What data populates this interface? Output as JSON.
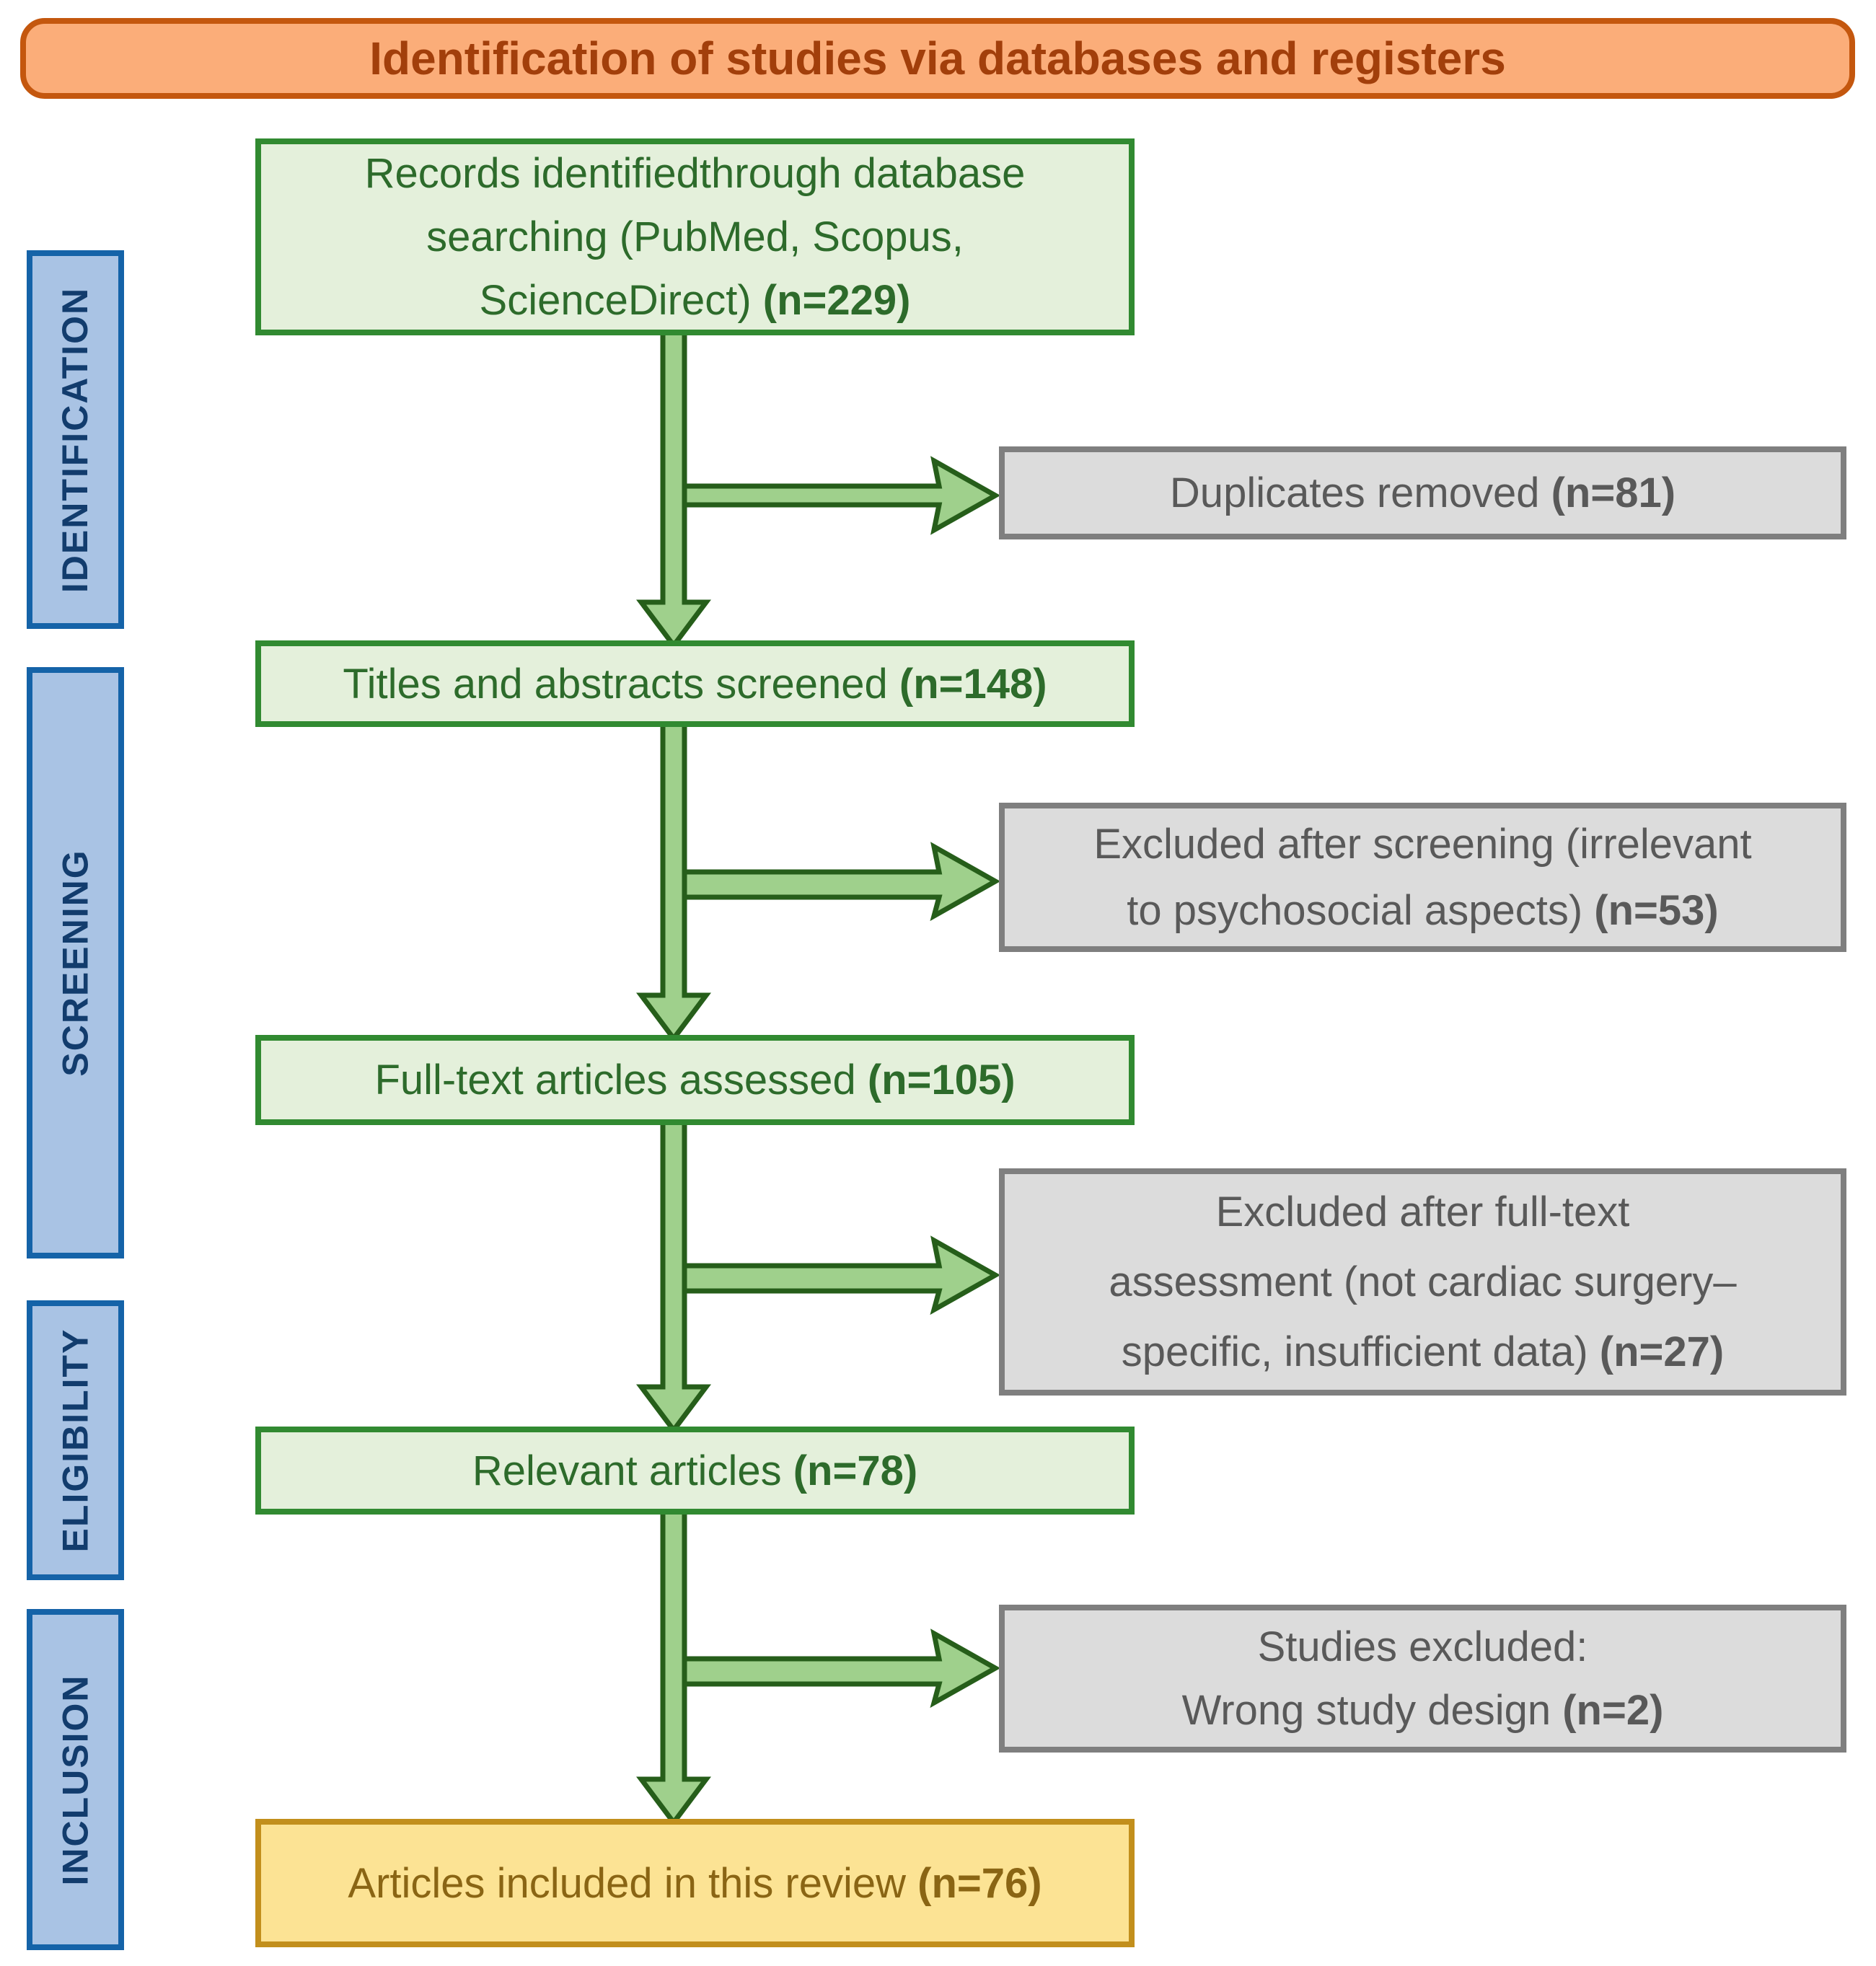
{
  "banner": {
    "title": "Identification of studies via databases and registers"
  },
  "sidebar": {
    "items": [
      {
        "label": "IDENTIFICATION"
      },
      {
        "label": "SCREENING"
      },
      {
        "label": "ELIGIBILITY"
      },
      {
        "label": "INCLUSION"
      }
    ]
  },
  "flow": {
    "records": {
      "line1": "Records identifiedthrough database",
      "line2": "searching (PubMed, Scopus,",
      "line3": "ScienceDirect) ",
      "line3_n": "(n=229)"
    },
    "screened": {
      "text": "Titles and abstracts screened ",
      "n": "(n=148)"
    },
    "fulltext": {
      "text": "Full-text articles assessed ",
      "n": "(n=105)"
    },
    "relevant": {
      "text": "Relevant articles ",
      "n": "(n=78)"
    },
    "included": {
      "text": "Articles included in this review ",
      "n": "(n=76)"
    }
  },
  "exclusions": {
    "duplicates": {
      "text": "Duplicates removed ",
      "n": "(n=81)"
    },
    "screening": {
      "line1": "Excluded after screening (irrelevant",
      "line2": "to psychosocial aspects) ",
      "line2_n": "(n=53)"
    },
    "fulltext": {
      "line1": "Excluded after full-text",
      "line2": "assessment (not cardiac surgery–",
      "line3": "specific, insufficient data) ",
      "line3_n": "(n=27)"
    },
    "design": {
      "line1": "Studies excluded:",
      "line2": "Wrong study design ",
      "line2_n": "(n=2)"
    }
  },
  "colors": {
    "banner_fill": "#FBAD79",
    "banner_border": "#C4570E",
    "banner_text": "#A23F0B",
    "green_fill": "#E4F0DB",
    "green_border": "#318A31",
    "green_text": "#2D6B2B",
    "gray_fill": "#DCDCDC",
    "gray_border": "#7F7F7F",
    "gray_text": "#595959",
    "blue_fill": "#A9C3E4",
    "blue_border": "#1563A8",
    "blue_text": "#123C6D",
    "yellow_fill": "#FCE394",
    "yellow_border": "#C28F1C",
    "yellow_text": "#8A6514",
    "arrow_fill": "#9FD08C",
    "arrow_stroke": "#265E1A"
  }
}
